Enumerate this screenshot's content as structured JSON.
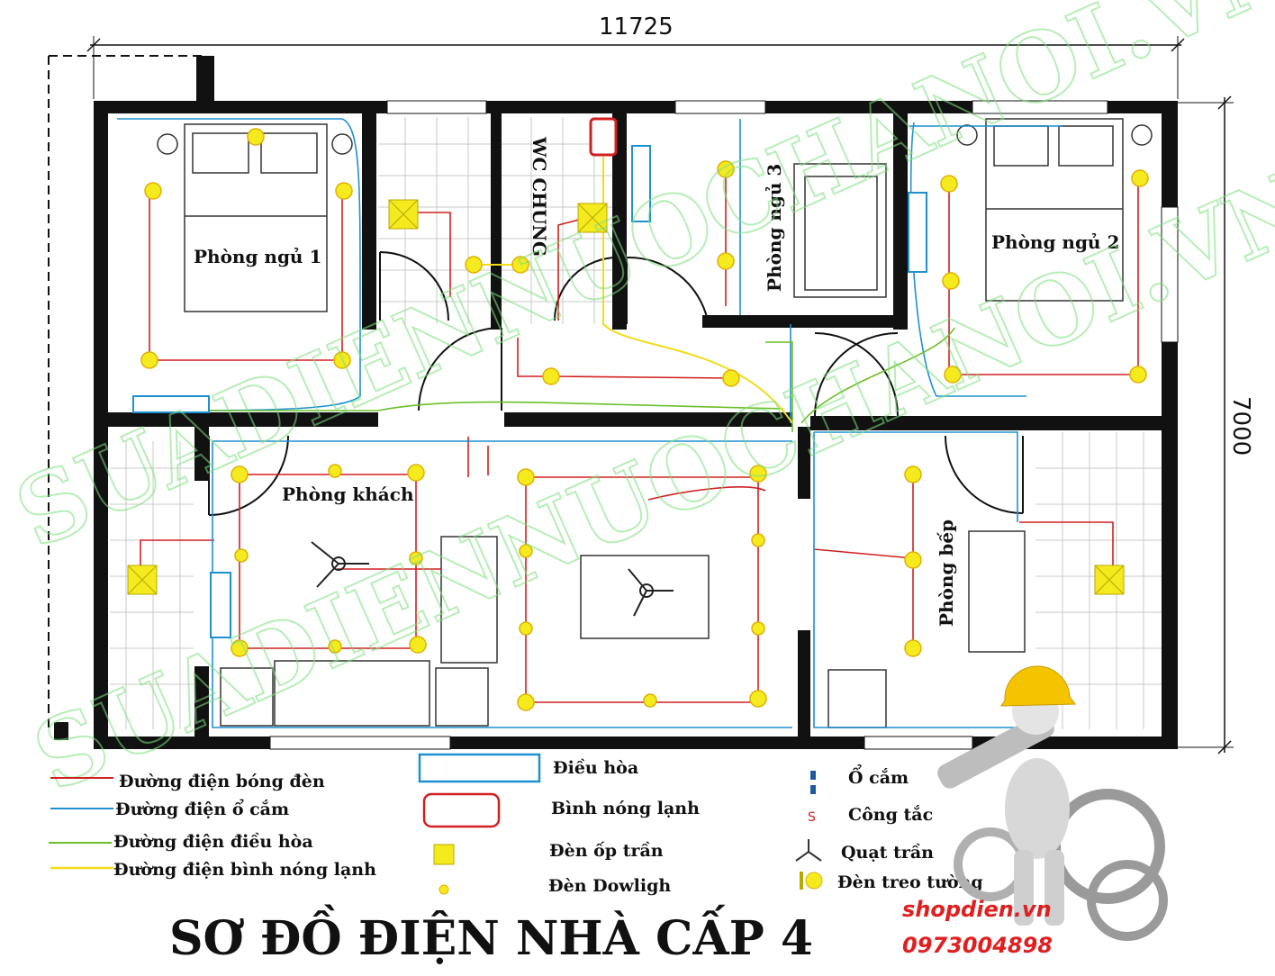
{
  "dimensions": {
    "width_label": "11725",
    "height_label": "7000"
  },
  "rooms": {
    "bedroom1": "Phòng ngủ 1",
    "bedroom2": "Phòng ngủ 2",
    "bedroom3": "Phòng ngủ 3",
    "wc": "WC CHUNG",
    "living": "Phòng khách",
    "kitchen": "Phòng bếp"
  },
  "legend": {
    "lines": [
      {
        "label": "Đường điện bóng đèn",
        "color": "#d02020"
      },
      {
        "label": "Đường điện ổ cắm",
        "color": "#1e90d0"
      },
      {
        "label": "Đường điện điều hòa",
        "color": "#6cbf2a"
      },
      {
        "label": "Đường điện bình nóng lạnh",
        "color": "#f2dc1a"
      }
    ],
    "symbols": {
      "ac": "Điều hòa",
      "heater": "Bình nóng lạnh",
      "ceiling_light": "Đèn ốp trần",
      "downlight": "Đèn Dowligh",
      "socket": "Ổ cắm",
      "switch": "Công tắc",
      "fan": "Quạt trần",
      "wall_lamp": "Đèn treo tường"
    }
  },
  "title": "SƠ ĐỒ ĐIỆN NHÀ CẤP 4",
  "shop": {
    "name": "shopdien.vn",
    "phone": "0973004898"
  },
  "watermark": [
    "SUADIENNUOCHANOI.VN",
    "SUADIENNUOCHANOI.VN"
  ],
  "colors": {
    "wall": "#111111",
    "light_line": "#d02020",
    "socket_line": "#1e90d0",
    "ac_line": "#6cbf2a",
    "heater_line": "#f2dc1a",
    "lamp": "#f4ea1e",
    "watermark": "#7ee07e",
    "shop": "#e02020"
  }
}
